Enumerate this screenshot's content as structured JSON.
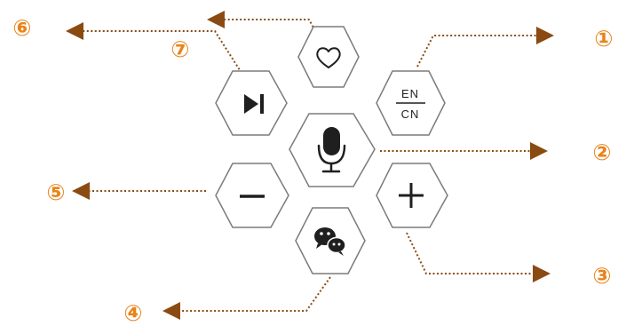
{
  "colors": {
    "callout_number": "#e8841a",
    "leader_line": "#8a4b12",
    "hex_stroke": "#7b7b7b",
    "icon": "#1f1f1f"
  },
  "callouts": {
    "c1": "①",
    "c2": "②",
    "c3": "③",
    "c4": "④",
    "c5": "⑤",
    "c6": "⑥",
    "c7": "⑦"
  },
  "buttons": {
    "favorite": {
      "icon": "heart-icon"
    },
    "language": {
      "icon": "language-toggle-icon",
      "top": "EN",
      "bottom": "CN"
    },
    "next": {
      "icon": "play-next-icon"
    },
    "voice": {
      "icon": "microphone-icon"
    },
    "volume_down": {
      "icon": "minus-icon"
    },
    "volume_up": {
      "icon": "plus-icon"
    },
    "wechat": {
      "icon": "wechat-icon"
    }
  }
}
